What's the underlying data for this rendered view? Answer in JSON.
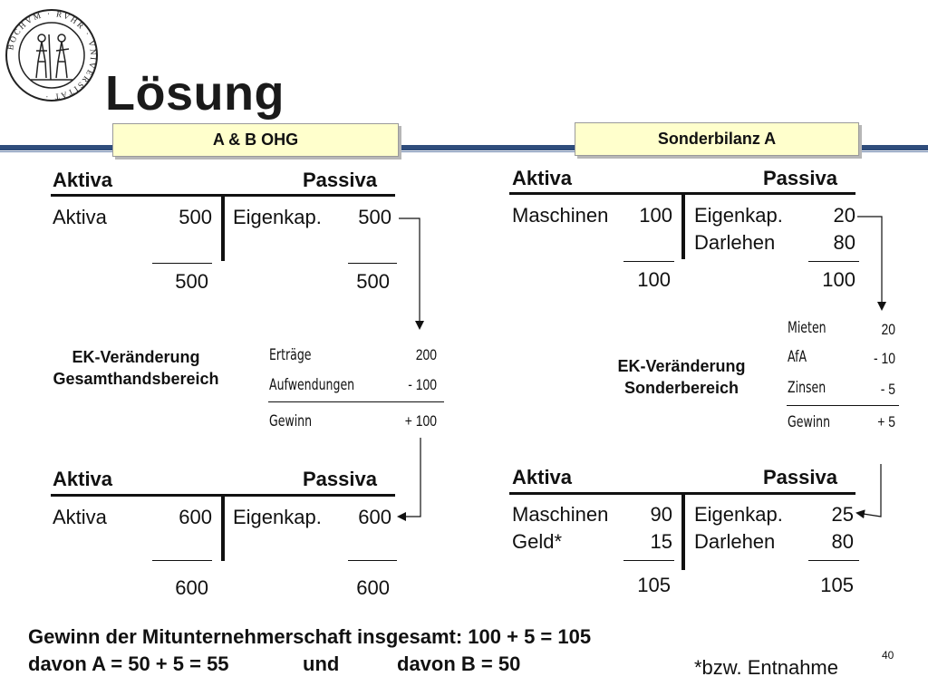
{
  "slide": {
    "title": "Lösung",
    "page_number": "40",
    "footnote": "*bzw. Entnahme",
    "summary_line1": "Gewinn der Mitunternehmerschaft insgesamt: 100 + 5 = 105",
    "summary_line2_a": "davon A = 50 + 5 = 55",
    "summary_line2_und": "und",
    "summary_line2_b": "davon B = 50"
  },
  "logo": {
    "text": "BOCHUM · RUHR · UNIVERSITÄT"
  },
  "ohg": {
    "box_label": "A & B OHG",
    "before": {
      "aktiva": "Aktiva",
      "passiva": "Passiva",
      "left_label": "Aktiva",
      "left_value": "500",
      "right_label": "Eigenkap.",
      "right_value": "500",
      "left_total": "500",
      "right_total": "500"
    },
    "change": {
      "caption_line1": "EK-Veränderung",
      "caption_line2": "Gesamthandsbereich",
      "rows": [
        {
          "label": "Erträge",
          "value": "200"
        },
        {
          "label": "Aufwendungen",
          "value": "- 100"
        }
      ],
      "result_label": "Gewinn",
      "result_value": "+ 100"
    },
    "after": {
      "aktiva": "Aktiva",
      "passiva": "Passiva",
      "left_label": "Aktiva",
      "left_value": "600",
      "right_label": "Eigenkap.",
      "right_value": "600",
      "left_total": "600",
      "right_total": "600"
    }
  },
  "sonder": {
    "box_label": "Sonderbilanz A",
    "before": {
      "aktiva": "Aktiva",
      "passiva": "Passiva",
      "left_rows": [
        {
          "label": "Maschinen",
          "value": "100"
        }
      ],
      "right_rows": [
        {
          "label": "Eigenkap.",
          "value": "20"
        },
        {
          "label": "Darlehen",
          "value": "80"
        }
      ],
      "left_total": "100",
      "right_total": "100"
    },
    "change": {
      "caption_line1": "EK-Veränderung",
      "caption_line2": "Sonderbereich",
      "rows": [
        {
          "label": "Mieten",
          "value": "20"
        },
        {
          "label": "AfA",
          "value": "- 10"
        },
        {
          "label": "Zinsen",
          "value": "- 5"
        }
      ],
      "result_label": "Gewinn",
      "result_value": "+ 5"
    },
    "after": {
      "aktiva": "Aktiva",
      "passiva": "Passiva",
      "left_rows": [
        {
          "label": "Maschinen",
          "value": "90"
        },
        {
          "label": "Geld*",
          "value": "15"
        }
      ],
      "right_rows": [
        {
          "label": "Eigenkap.",
          "value": "25"
        },
        {
          "label": "Darlehen",
          "value": "80"
        }
      ],
      "left_total": "105",
      "right_total": "105"
    }
  }
}
